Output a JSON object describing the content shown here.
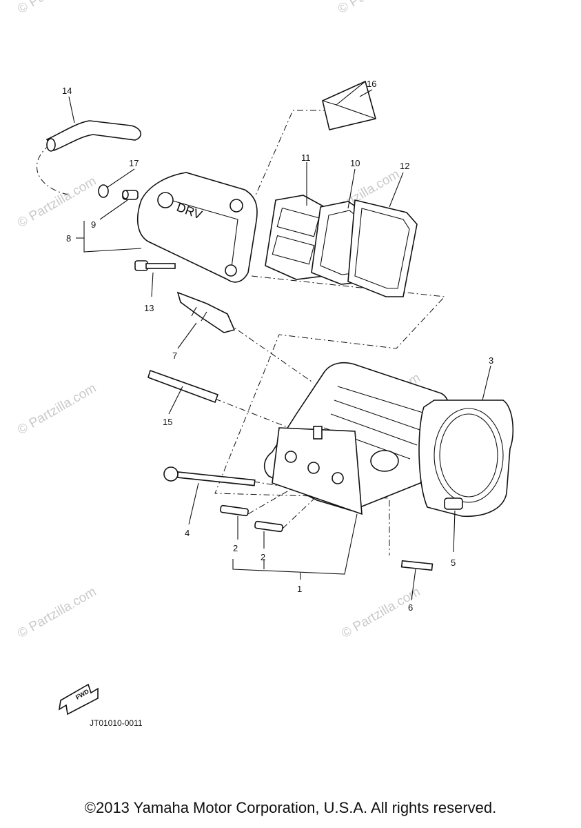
{
  "diagram": {
    "callouts": [
      "1",
      "2",
      "2",
      "3",
      "4",
      "5",
      "6",
      "7",
      "8",
      "9",
      "10",
      "11",
      "12",
      "13",
      "14",
      "15",
      "16",
      "17"
    ],
    "reference_code": "JT01010-0011",
    "fwd_label": "FWD",
    "cover_marking": "DRV",
    "watermark": "© Partzilla.com",
    "copyright": "©2013 Yamaha Motor Corporation, U.S.A. All rights reserved."
  }
}
